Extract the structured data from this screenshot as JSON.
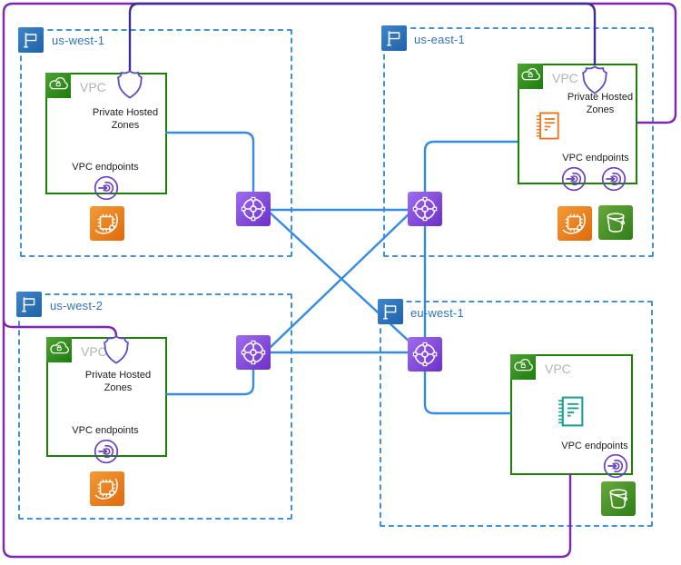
{
  "labels": {
    "vpc": "VPC",
    "private_hosted_zones": "Private Hosted Zones",
    "vpc_endpoints": "VPC endpoints"
  },
  "regions": [
    {
      "name": "us-west-1"
    },
    {
      "name": "us-east-1"
    },
    {
      "name": "us-west-2"
    },
    {
      "name": "eu-west-1"
    }
  ],
  "icons": {
    "region": "flag-icon",
    "vpc": "cloud-icon",
    "transit_gateway": "transit-gateway-icon",
    "private_hosted_zone": "shield-icon",
    "vpc_endpoint": "endpoint-arrow-icon",
    "compute": "chip-icon",
    "s3_bucket": "bucket-icon",
    "resolver_rules": "notebook-icon"
  },
  "colors": {
    "region_border": "#4391D1",
    "region_label": "#2E74B9",
    "vpc_border": "#1B8102",
    "vpc_label": "#AFB3B6",
    "connector_blue": "#338BE5",
    "connector_purple": "#7C26B5",
    "connector_indigo": "#3F2C90",
    "phz_outline": "#5B4FC0",
    "endpoint_outline": "#6B3FC1",
    "orange": "#E8761B",
    "teal": "#17A08E",
    "bucket_green": "#3F8624",
    "tgw_purple": "#8247E0"
  }
}
